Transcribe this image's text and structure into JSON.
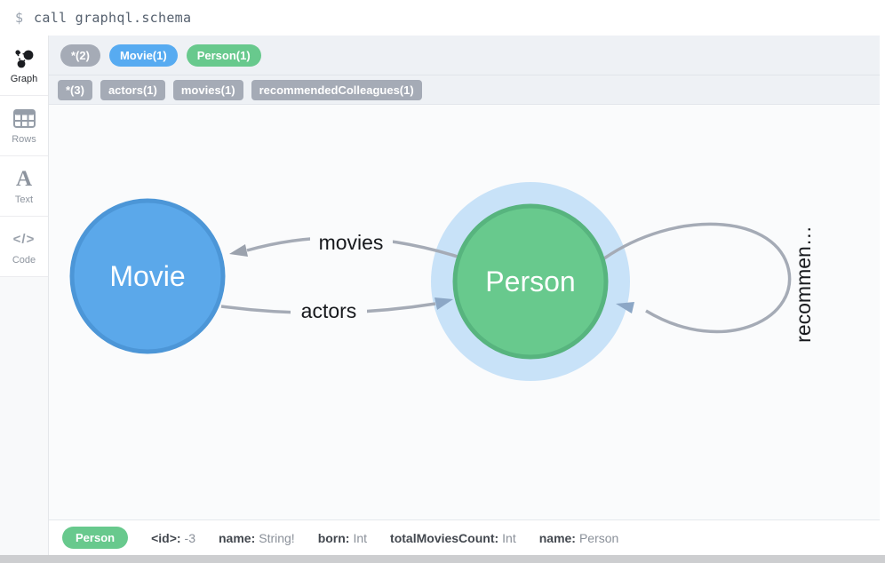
{
  "command_bar": {
    "prompt": "$",
    "command": "call graphql.schema"
  },
  "sidebar": {
    "items": [
      {
        "label": "Graph",
        "icon": "graph-icon",
        "active": true
      },
      {
        "label": "Rows",
        "icon": "table-icon",
        "active": false
      },
      {
        "label": "Text",
        "icon": "letter-a-icon",
        "active": false
      },
      {
        "label": "Code",
        "icon": "code-icon",
        "active": false
      }
    ]
  },
  "overview": {
    "node_pills": [
      {
        "label": "*(2)",
        "color": "#a5abb6"
      },
      {
        "label": "Movie(1)",
        "color": "#57abf1"
      },
      {
        "label": "Person(1)",
        "color": "#68c98d"
      }
    ],
    "rel_pills": [
      {
        "label": "*(3)",
        "color": "#a5abb6"
      },
      {
        "label": "actors(1)",
        "color": "#a5abb6"
      },
      {
        "label": "movies(1)",
        "color": "#a5abb6"
      },
      {
        "label": "recommendedColleagues(1)",
        "color": "#a5abb6"
      }
    ]
  },
  "graph": {
    "nodes": [
      {
        "label": "Movie",
        "fill": "#5ba8ea",
        "stroke": "#4c96d7",
        "selected": false
      },
      {
        "label": "Person",
        "fill": "#68c98d",
        "stroke": "#57b47e",
        "selected": true,
        "halo_color": "#c8e2f8"
      }
    ],
    "edges": [
      {
        "label": "movies",
        "from": "Person",
        "to": "Movie"
      },
      {
        "label": "actors",
        "from": "Movie",
        "to": "Person"
      },
      {
        "label": "recommen…",
        "from": "Person",
        "to": "Person",
        "truncated_from": "recommendedColleagues"
      }
    ],
    "edge_color": "#a5abb6"
  },
  "status_bar": {
    "node_pill": {
      "label": "Person",
      "color": "#68c98d"
    },
    "properties": [
      {
        "key": "<id>:",
        "value": "-3"
      },
      {
        "key": "name:",
        "value": "String!"
      },
      {
        "key": "born:",
        "value": "Int"
      },
      {
        "key": "totalMoviesCount:",
        "value": "Int"
      },
      {
        "key": "name:",
        "value": "Person"
      }
    ]
  }
}
